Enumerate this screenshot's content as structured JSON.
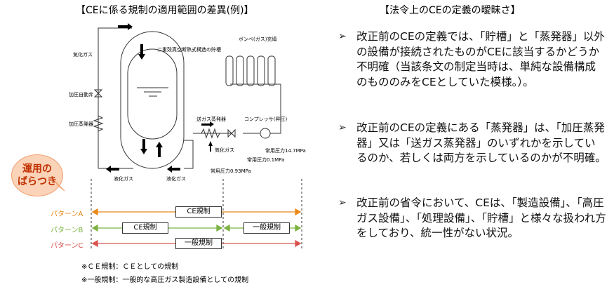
{
  "left_title": "【CEに係る規制の適用範囲の差異(例)】",
  "right_title": "【法令上のCEの定義の曖昧さ】",
  "diagram": {
    "vaporized_gas": "気化ガス",
    "auto_valve": "加圧自動弁",
    "pressurizing_evaporator": "加圧蒸発器",
    "tank_label": "二重殻真空断熱式構造の貯槽",
    "cylinder_label": "ボンベ(ガス)充填",
    "gas_feed_evaporator": "送ガス蒸発器",
    "compressor": "コンプレッサ(昇圧)",
    "vaporized_gas2": "気化ガス",
    "normal_pressure_147": "常用圧力14.7MPa",
    "normal_pressure_01": "常用圧力0.1MPa",
    "normal_pressure_093": "常用圧力0.93MPa",
    "liquefied_gas_1": "液化ガス",
    "liquefied_gas_2": "液化ガス"
  },
  "callout": "運用の\nばらつき",
  "patterns": [
    {
      "label": "パターンA",
      "color": "#e8891a"
    },
    {
      "label": "パターンB",
      "color": "#7cb342"
    },
    {
      "label": "パターンC",
      "color": "#d9534f"
    }
  ],
  "boxes": {
    "a_ce": "CE規制",
    "b_ce": "CE規制",
    "b_general": "一般規制",
    "c_general": "一般規制"
  },
  "notes": [
    "※ＣＥ規制：ＣＥとしての規制",
    "※一般規制：一般的な高圧ガス製造設備としての規制"
  ],
  "bullets": [
    "改正前のCEの定義では、「貯槽」と「蒸発器」以外の設備が接続されたものがCEに該当するかどうか不明確（当該条文の制定当時は、単純な設備構成のもののみをCEとしていた模様。）。",
    "改正前のCEの定義にある「蒸発器」は、「加圧蒸発器」又は「送ガス蒸発器」のいずれかを示しているのか、若しくは両方を示しているのかが不明確。",
    "改正前の省令において、CEは、「製造設備」、「高圧ガス設備」、「処理設備」、「貯槽」と様々な扱われ方をしており、統一性がない状況。"
  ],
  "bullet_icon": "arrowhead-bullet-icon"
}
